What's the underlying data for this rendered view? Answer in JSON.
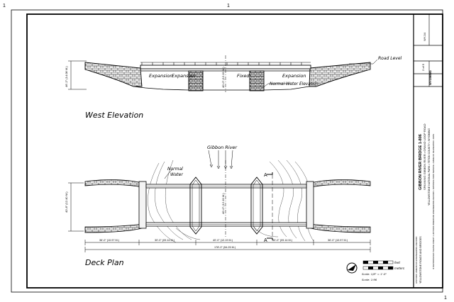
{
  "sheet": {
    "corner_numbers": {
      "top_left": "1",
      "top_right": "1",
      "bottom_right": "1"
    }
  },
  "west_elevation": {
    "title": "West Elevation",
    "labels": {
      "expansion_1": "Expansion",
      "expansion_2": "Expansion",
      "fixed": "Fixed",
      "expansion_3": "Expansion",
      "road_level": "Road Level",
      "normal_water_elevation": "Normal Water Elevation",
      "height_dim": "46'-2\" (14.08 M.)",
      "center_dim": "40'-0\" (12.19 M.)"
    }
  },
  "deck_plan": {
    "title": "Deck Plan",
    "labels": {
      "gibbon_river": "Gibbon River",
      "normal_water": "Normal\nWater",
      "section_a_top": "A",
      "section_a_bottom": "A",
      "width_dim": "40'-8\" (12.40 M.)",
      "center_dim": "40'-0\" (12.19 M.)"
    },
    "dimensions": [
      "36'-0\" (10.97 M.)",
      "30'-0\" (09.14 M.)",
      "40'-0\" (12.19 M.)",
      "30'-0\" (09.14 M.)",
      "36'-0\" (10.97 M.)"
    ],
    "overall_dimension": "178'-0\" (54.25 M.)"
  },
  "scale": {
    "upper_label": "Scale: 1/8\" = 1'-0\"",
    "feet": "feet",
    "meters": "meters",
    "lower_label": "Scale: 1:96"
  },
  "title_block": {
    "main_title": "GIBBON RIVER BRIDGE 1-806",
    "subtitle": "SPANNING GIBBON RIVER • GRAND LOOP ROAD",
    "location": "YELLOWSTONE NATIONAL PARK • TETON COUNTY • WYOMING",
    "note": "IF REPRODUCED PLEASE CREDIT • HISTORIC AMERICAN ENGINEERING RECORD • NATIONAL PARK SERVICE • NAME OF DELINEATOR • DATE",
    "agency": "YELLOWSTONE ROADS AND BRIDGES",
    "record": "HISTORIC AMERICAN ENGINEERING RECORD",
    "survey_no": "WY-34",
    "sheet_no": "2 of 5",
    "state": "WYOMING"
  }
}
